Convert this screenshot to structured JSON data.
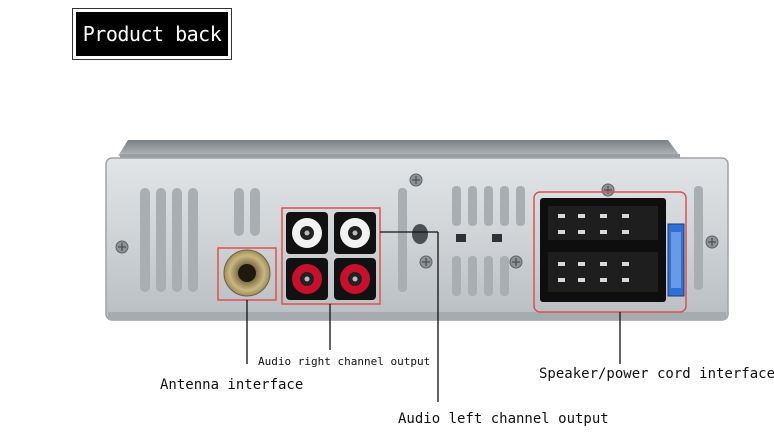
{
  "header": {
    "title": "Product back"
  },
  "callouts": {
    "antenna": "Antenna interface",
    "audio_right": "Audio right channel output",
    "audio_left": "Audio left channel output",
    "speaker_power": "Speaker/power cord interface"
  },
  "colors": {
    "highlight": "#e05050",
    "leader_line": "#111111",
    "rca_red": "#c8102e",
    "rca_white": "#f2f2f2",
    "fuse_blue": "#2f6fd6",
    "panel": "#cfd3d6"
  }
}
